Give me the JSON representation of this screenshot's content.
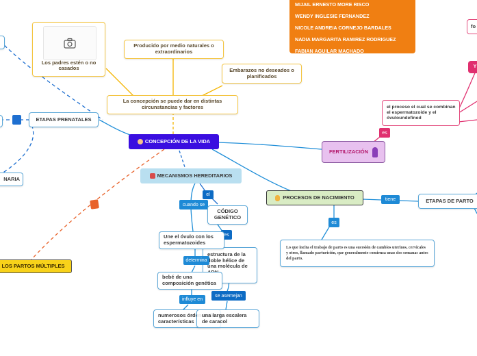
{
  "team": {
    "members": [
      "MIJAIL ERNESTO MORE RISCO",
      "WENDY INGLESIE FERNANDEZ",
      "NICOLE ANDREIA CORNEJO BARDALES",
      "NADIA MARGARITA RAMIREZ RODRIGUEZ",
      "FABIAN  AGUILAR MACHADO"
    ]
  },
  "nodes": {
    "central": "CONCEPCIÓN DE LA VIDA",
    "concepcion_circunstancias": "La concepción se puede dar en distintas circunstancias y factores",
    "producido_medios": "Producido por medio naturales o extraordinarios",
    "embarazos": "Embarazos no deseados o planificados",
    "padres_no_casados": "Los padres estén o no casados",
    "etapas_prenatales": "ETAPAS PRENATALES",
    "mecanismos": "MECANISMOS HEREDITARIOS",
    "fertilizacion": "FERTILIZACIÓN",
    "proceso_cual": "el proceso el cual se combinan el espermatozoide y el óvuloundefined",
    "procesos_nacimiento": "PROCESOS DE NACIMIENTO",
    "etapas_parto": "ETAPAS DE PARTO",
    "trabajo_parto": "Lo que incita el trabajo de parto es una sucesión de cambios uterinos, cervicales y otros, llamado parturición, que generalmente comienza unas dos semanas antes del parto.",
    "codigo_genetico": "CÓDIGO GENÉTICO",
    "une_ovulo": "Une el óvulo con los espermatozoides",
    "estructura_doble": "estructura de la doble hélice de una molécula de ADN",
    "bebe_composicion": "bebé de una composición genética",
    "numerosos_ordenes": "numerosos órdenes de características",
    "escalera_caracol": "una larga escalera de caracol",
    "partos_multiples": "LOS PARTOS MÚLTIPLES",
    "naria_partial": "NARIA",
    "fo_partial": "fo",
    "y_partial": "Y"
  },
  "tags": {
    "el": "el",
    "cuando_se": "cuando se",
    "es_codigo": "es",
    "determina": "determina",
    "influye_en": "influye en",
    "se_asemejan": "se asemejan",
    "tiene": "tiene",
    "es_nacimiento": "es",
    "es_fertilizacion": "es"
  },
  "icons": {
    "camera": "camera-icon",
    "baby_face": "baby-face-icon",
    "pregnant": "pregnant-woman-icon",
    "dna_family": "family-icon",
    "baby_bottle": "baby-icon"
  },
  "colors": {
    "central": "#3a0ee0",
    "yellow_border": "#f4c542",
    "blue_border": "#5aa7d8",
    "pink": "#e0306f",
    "orange": "#f07f12",
    "green_node": "#d9ecc4",
    "purple_node": "#e8c1ef"
  }
}
